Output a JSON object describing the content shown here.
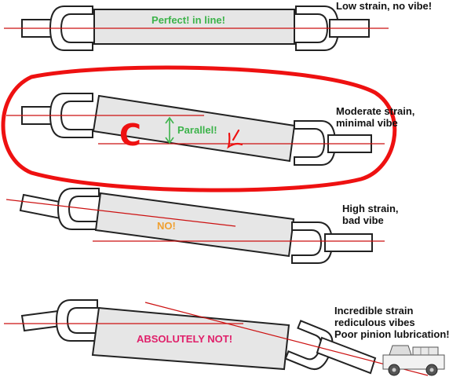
{
  "diagram": {
    "rows": [
      {
        "label": "Perfect!  in line!",
        "caption": [
          "Low strain, no vibe!"
        ],
        "label_color": "#3cb34a"
      },
      {
        "label": "Parallel!",
        "caption": [
          "Moderate strain,",
          "minimal vibe"
        ],
        "label_color": "#3cb34a",
        "annotation_letter": "C",
        "highlighted": true
      },
      {
        "label": "NO!",
        "caption": [
          "High strain,",
          "bad vibe"
        ],
        "label_color": "#f0a030"
      },
      {
        "label": "ABSOLUTELY NOT!",
        "caption": [
          "Incredible strain",
          "rediculous vibes",
          "Poor pinion lubrication!"
        ],
        "label_color": "#e0206a"
      }
    ]
  },
  "colors": {
    "shaft_fill": "#e6e6e6",
    "outline": "#222222",
    "axis_line": "#cc1111",
    "annotation": "#ee1111",
    "ok_label": "#3cb34a",
    "warn_label": "#f0a030",
    "bad_label": "#e0206a"
  }
}
